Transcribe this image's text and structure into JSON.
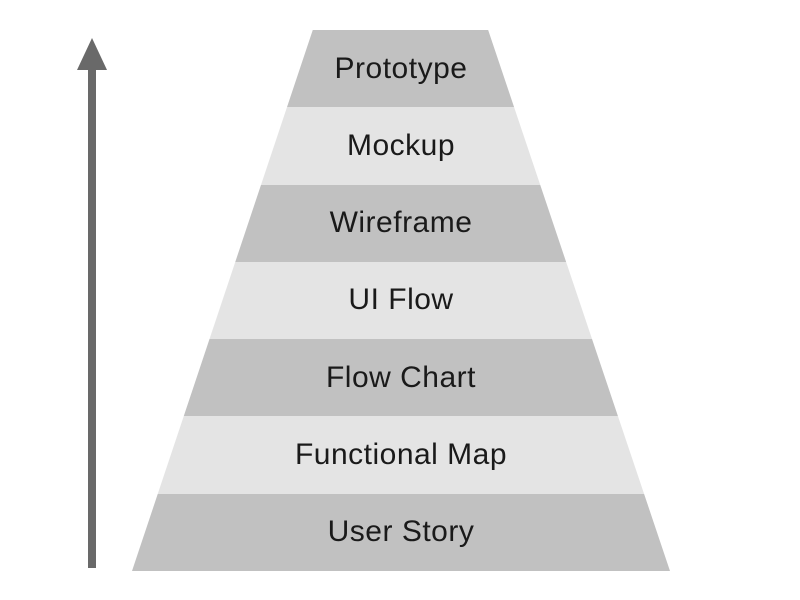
{
  "diagram": {
    "type": "pyramid-hierarchy",
    "levels": [
      {
        "label": "Prototype",
        "shade": "dark"
      },
      {
        "label": "Mockup",
        "shade": "light"
      },
      {
        "label": "Wireframe",
        "shade": "dark"
      },
      {
        "label": "UI Flow",
        "shade": "light"
      },
      {
        "label": "Flow Chart",
        "shade": "dark"
      },
      {
        "label": "Functional Map",
        "shade": "light"
      },
      {
        "label": "User Story",
        "shade": "dark"
      }
    ],
    "arrow": {
      "direction": "up",
      "color": "#696969"
    },
    "colors": {
      "band_dark": "#c1c1c1",
      "band_light": "#e4e4e4",
      "text": "#1a1a1a",
      "background": "#ffffff"
    }
  }
}
